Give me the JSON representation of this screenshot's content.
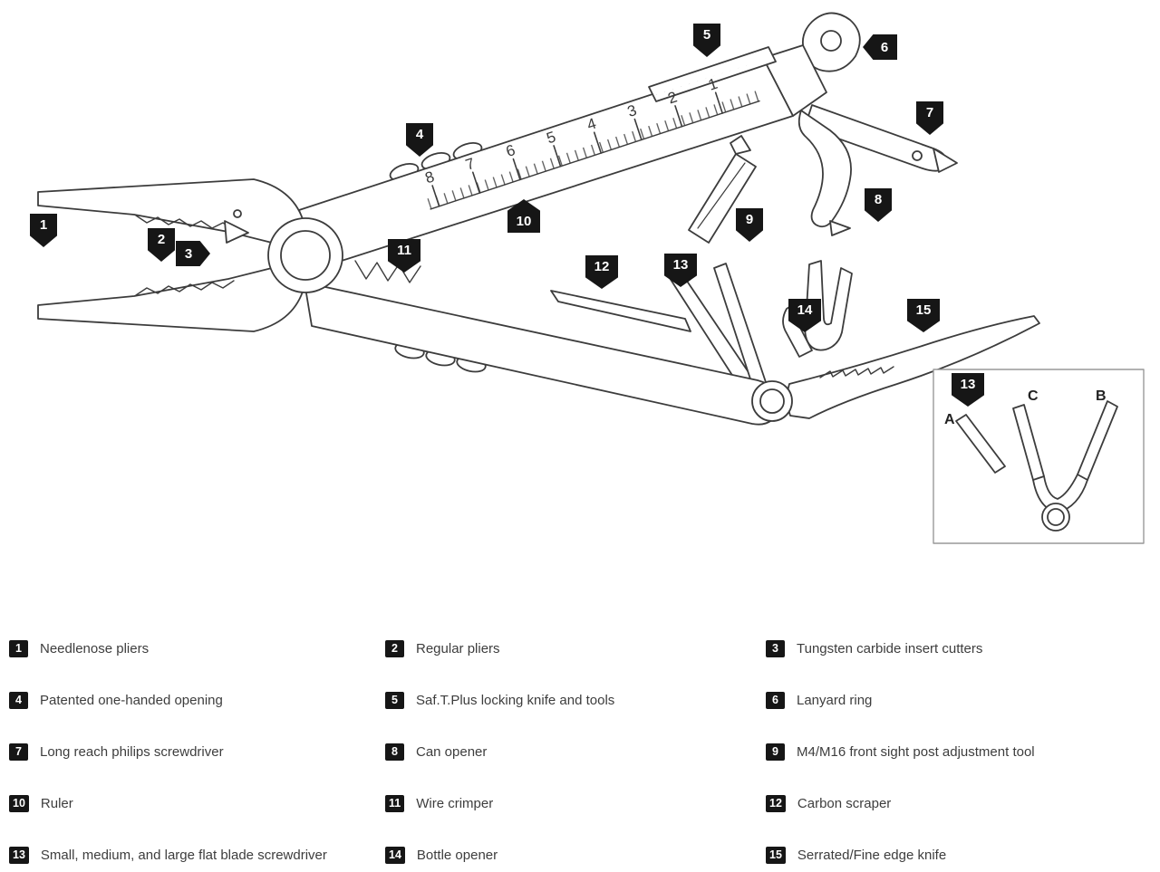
{
  "colors": {
    "marker_bg": "#161616",
    "line": "#3c3c3c",
    "text": "#3d3d3d"
  },
  "markers": [
    "1",
    "2",
    "3",
    "4",
    "5",
    "6",
    "7",
    "8",
    "9",
    "10",
    "11",
    "12",
    "13",
    "14",
    "15"
  ],
  "ruler": [
    "8",
    "7",
    "6",
    "5",
    "4",
    "3",
    "2",
    "1"
  ],
  "inset": {
    "marker": "13",
    "label_a": "A",
    "label_b": "B",
    "label_c": "C"
  },
  "legend": {
    "items": [
      {
        "n": "1",
        "text": "Needlenose pliers"
      },
      {
        "n": "2",
        "text": "Regular pliers"
      },
      {
        "n": "3",
        "text": "Tungsten carbide insert cutters"
      },
      {
        "n": "4",
        "text": "Patented one-handed opening"
      },
      {
        "n": "5",
        "text": "Saf.T.Plus locking knife and tools"
      },
      {
        "n": "6",
        "text": "Lanyard ring"
      },
      {
        "n": "7",
        "text": "Long reach philips screwdriver"
      },
      {
        "n": "8",
        "text": "Can opener"
      },
      {
        "n": "9",
        "text": "M4/M16 front sight post adjustment tool"
      },
      {
        "n": "10",
        "text": "Ruler"
      },
      {
        "n": "11",
        "text": "Wire crimper"
      },
      {
        "n": "12",
        "text": "Carbon scraper"
      },
      {
        "n": "13",
        "text": "Small, medium, and large flat blade screwdriver"
      },
      {
        "n": "14",
        "text": "Bottle opener"
      },
      {
        "n": "15",
        "text": "Serrated/Fine edge knife"
      }
    ]
  }
}
